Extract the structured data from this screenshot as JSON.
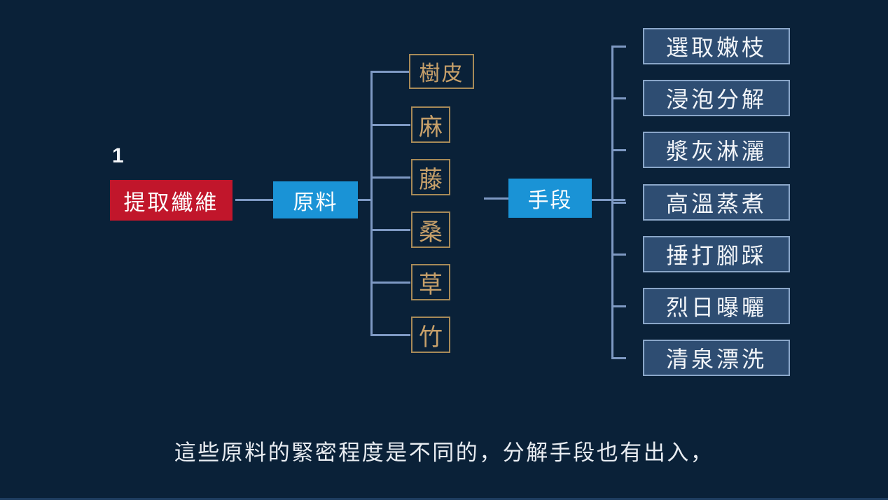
{
  "colors": {
    "background": "#0a2138",
    "root_red": "#c1162b",
    "branch_blue": "#1a93d6",
    "gold_text": "#c7a06a",
    "gold_border": "#a78a58",
    "method_fill": "#2e4d72",
    "method_border": "#8aa6c8",
    "connector": "#7e99c3",
    "text_light": "#f2f5f9"
  },
  "slide": {
    "step_number": "1",
    "caption": "這些原料的緊密程度是不同的，分解手段也有出入，"
  },
  "mindmap": {
    "root": {
      "label": "提取纖維"
    },
    "branches": [
      {
        "label": "原料",
        "items": [
          "樹皮",
          "麻",
          "藤",
          "桑",
          "草",
          "竹"
        ]
      },
      {
        "label": "手段",
        "items": [
          "選取嫩枝",
          "浸泡分解",
          "漿灰淋灑",
          "高溫蒸煮",
          "捶打腳踩",
          "烈日曝曬",
          "清泉漂洗"
        ]
      }
    ]
  }
}
